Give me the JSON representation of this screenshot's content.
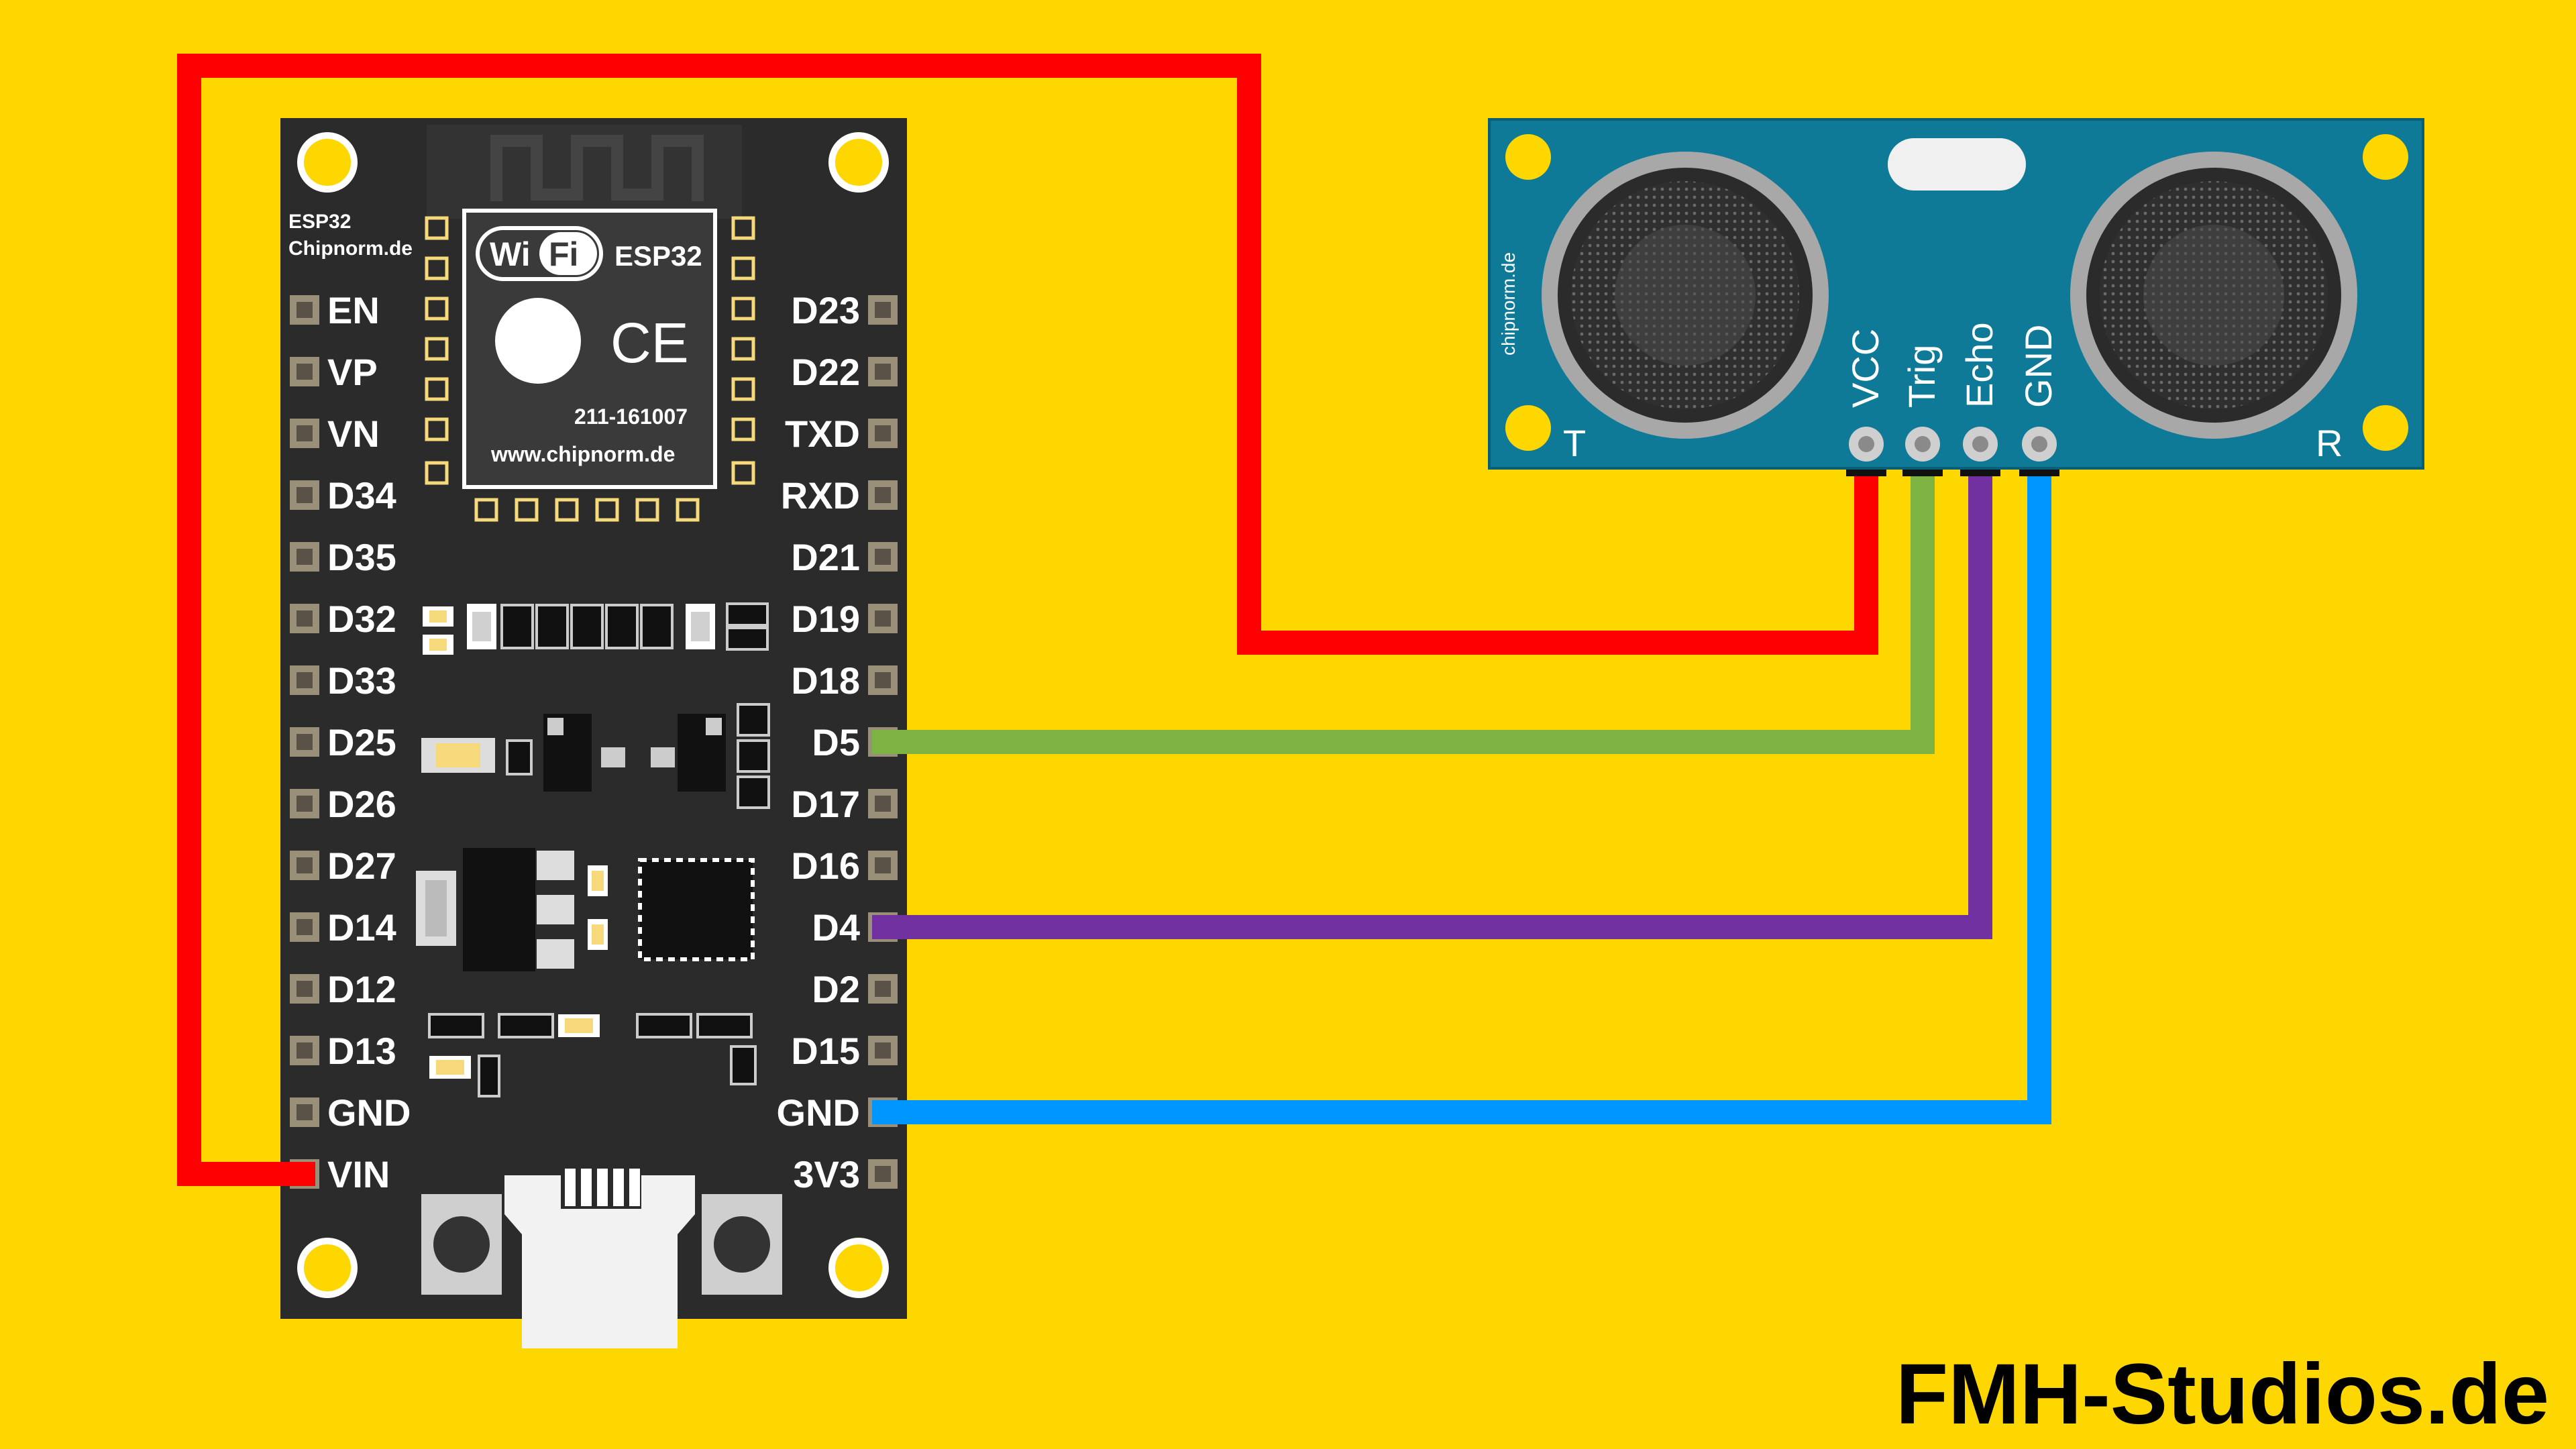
{
  "board": {
    "vendor_line1": "ESP32",
    "vendor_line2": "Chipnorm.de",
    "module_wifi_left": "Wi",
    "module_wifi_right": "Fi",
    "module_title": "ESP32",
    "module_id": "211-161007",
    "module_url": "www.chipnorm.de",
    "ce_mark": "CE",
    "left_pins": [
      "EN",
      "VP",
      "VN",
      "D34",
      "D35",
      "D32",
      "D33",
      "D25",
      "D26",
      "D27",
      "D14",
      "D12",
      "D13",
      "GND",
      "VIN"
    ],
    "right_pins": [
      "D23",
      "D22",
      "TXD",
      "RXD",
      "D21",
      "D19",
      "D18",
      "D5",
      "D17",
      "D16",
      "D4",
      "D2",
      "D15",
      "GND",
      "3V3"
    ]
  },
  "sensor": {
    "side_text": "chipnorm.de",
    "left_transducer": "T",
    "right_transducer": "R",
    "pins": [
      "VCC",
      "Trig",
      "Echo",
      "GND"
    ]
  },
  "wires": {
    "vcc": {
      "from": "VIN",
      "to": "VCC",
      "color": "#FF0000"
    },
    "trig": {
      "from": "D5",
      "to": "Trig",
      "color": "#7CB342"
    },
    "echo": {
      "from": "D4",
      "to": "Echo",
      "color": "#7030A0"
    },
    "gnd": {
      "from": "GND",
      "to": "GND",
      "color": "#0096FF"
    }
  },
  "branding": {
    "text": "FMH-Studios.de"
  }
}
